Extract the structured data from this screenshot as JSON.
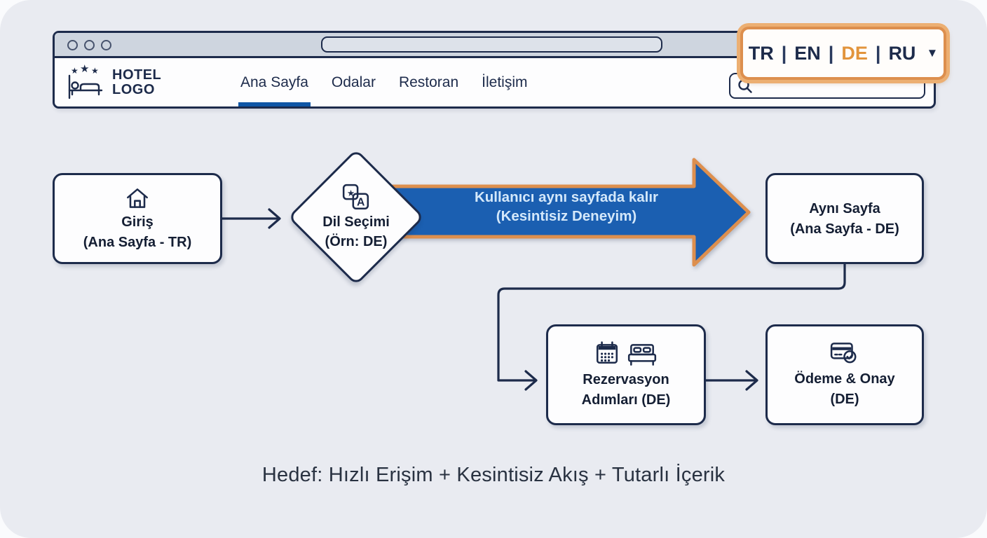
{
  "browser": {
    "logo": {
      "line1": "HOTEL",
      "line2": "LOGO",
      "star_glyph": "★"
    },
    "nav": {
      "items": [
        {
          "label": "Ana Sayfa",
          "active": true
        },
        {
          "label": "Odalar",
          "active": false
        },
        {
          "label": "Restoran",
          "active": false
        },
        {
          "label": "İletişim",
          "active": false
        }
      ]
    },
    "language_selector": {
      "options": [
        "TR",
        "EN",
        "DE",
        "RU"
      ],
      "selected": "DE",
      "separator": "|",
      "caret": "▼"
    },
    "search": {
      "value": "",
      "icon": "magnifier"
    }
  },
  "flow": {
    "nodes": {
      "giris": {
        "title": "Giriş",
        "subtitle": "(Ana Sayfa - TR)",
        "icon": "home-icon"
      },
      "dil_secimi": {
        "title": "Dil Seçimi",
        "subtitle": "(Örn: DE)",
        "icon": "translate-icon",
        "icon_back_glyph": "★",
        "icon_front_glyph": "A",
        "shape": "diamond"
      },
      "ayni_sayfa": {
        "title": "Aynı Sayfa",
        "subtitle": "(Ana Sayfa - DE)"
      },
      "rezervasyon": {
        "title": "Rezervasyon",
        "subtitle": "Adımları (DE)",
        "icons": [
          "calendar-icon",
          "bed-icon"
        ]
      },
      "odeme": {
        "title": "Ödeme & Onay",
        "subtitle": "(DE)",
        "icon": "payment-confirm-icon"
      }
    },
    "main_arrow": {
      "line1": "Kullanıcı aynı sayfada kalır",
      "line2": "(Kesintisiz Deneyim)"
    }
  },
  "caption": {
    "text": "Hedef: Hızlı Erişim + Kesintisiz Akış + Tutarlı İçerik"
  },
  "colors": {
    "background": "#e9ebf1",
    "navy": "#1d2b4b",
    "flow_blue": "#1b5fb1",
    "orange_border": "#dd8f4e",
    "orange_text": "#e2943c",
    "active_underline": "#0f56a6",
    "arrow_text": "#d4e8fa",
    "chrome_gray": "#ced5df"
  }
}
